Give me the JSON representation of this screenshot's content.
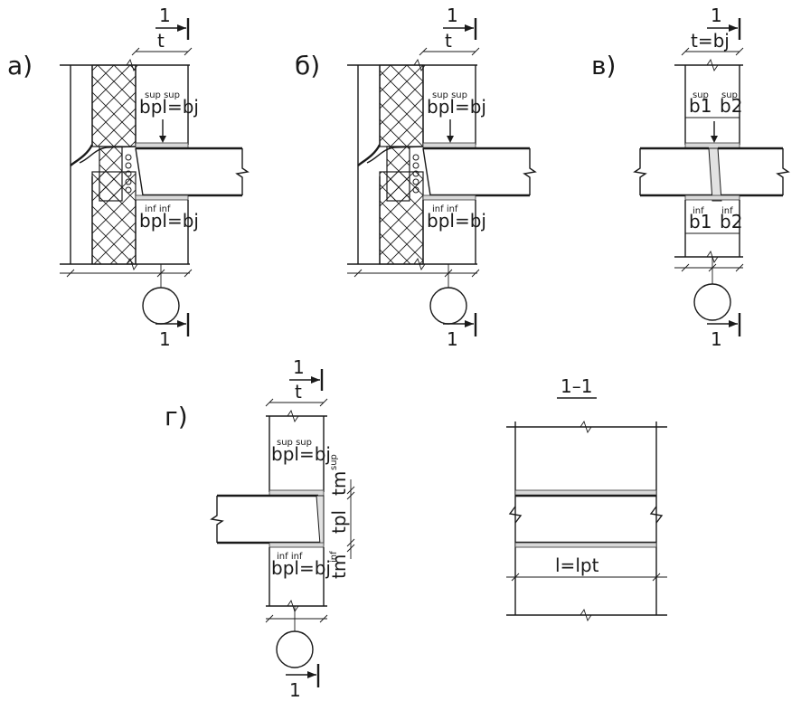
{
  "panels": {
    "a": {
      "letter": "а)",
      "t": "t",
      "b_sup": "bpl=bj",
      "b_sup_index": "sup  sup",
      "b_inf": "bpl=bj",
      "b_inf_index": "inf  inf",
      "section_mark": "1"
    },
    "b": {
      "letter": "б)",
      "t": "t",
      "b_sup": "bpl=bj",
      "b_sup_index": "sup  sup",
      "b_inf": "bpl=bj",
      "b_inf_index": "inf  inf",
      "section_mark": "1"
    },
    "v": {
      "letter": "в)",
      "t": "t=bj",
      "b1_sup": "b1",
      "b2_sup": "b2",
      "b_sup_index1": "sup",
      "b_sup_index2": "sup",
      "b1_inf": "b1",
      "b2_inf": "b2",
      "b_inf_index1": "inf",
      "b_inf_index2": "inf",
      "section_mark": "1"
    },
    "g": {
      "letter": "г)",
      "t": "t",
      "b_sup": "bpl=bj",
      "b_sup_index": "sup  sup",
      "b_inf": "bpl=bj",
      "b_inf_index": "inf  inf",
      "tm_sup": "tm",
      "tm_sup_index": "sup",
      "tpl": "tpl",
      "tm_inf": "tm",
      "tm_inf_index": "inf",
      "section_mark": "1"
    }
  },
  "section": {
    "title": "1–1",
    "length_label": "l=lpt"
  }
}
